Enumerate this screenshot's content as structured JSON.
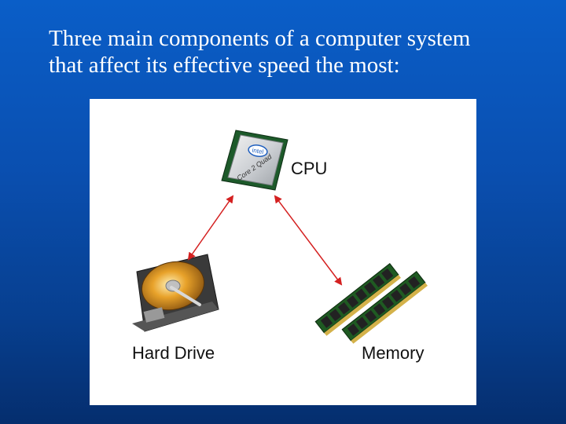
{
  "slide": {
    "title_lines": [
      "Three main components of a computer system",
      "that affect its effective speed the most:"
    ]
  },
  "diagram": {
    "labels": {
      "cpu": "CPU",
      "hard_drive": "Hard Drive",
      "memory": "Memory"
    },
    "cpu_chip_text": {
      "brand": "intel",
      "model": "Core 2 Quad"
    },
    "colors": {
      "arrow": "#d42020",
      "background": "#0a4fb0"
    }
  }
}
